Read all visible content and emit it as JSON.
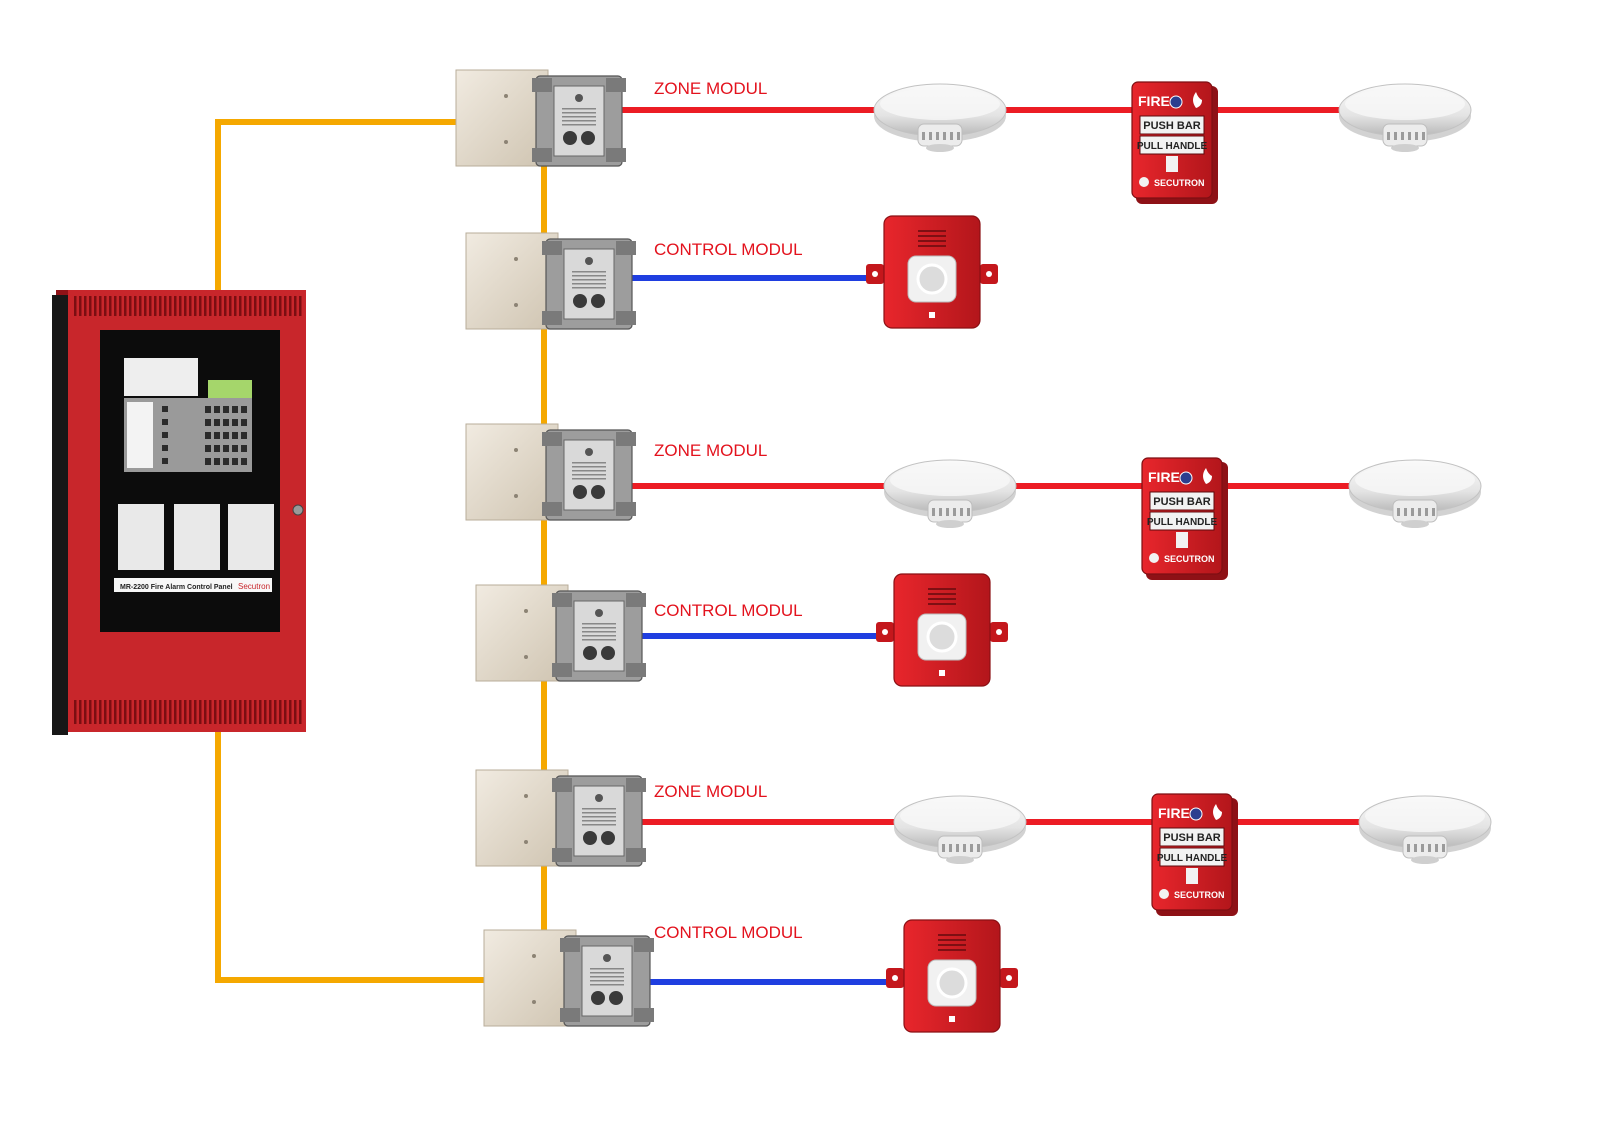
{
  "panel": {
    "caption": "MR-2200 Fire Alarm Control Panel",
    "brand": "Secutron",
    "color": "#c8262b"
  },
  "wire_colors": {
    "loop": "#f5a800",
    "zone": "#ec1c24",
    "control": "#1f3ee0"
  },
  "label_color": "#e3121d",
  "modules": [
    {
      "type": "zone",
      "label": "ZONE MODUL"
    },
    {
      "type": "control",
      "label": "CONTROL MODUL"
    },
    {
      "type": "zone",
      "label": "ZONE MODUL"
    },
    {
      "type": "control",
      "label": "CONTROL MODUL"
    },
    {
      "type": "zone",
      "label": "ZONE MODUL"
    },
    {
      "type": "control",
      "label": "CONTROL MODUL"
    }
  ],
  "pull_station": {
    "line1": "FIRE",
    "line2": "PUSH BAR",
    "line3": "PULL HANDLE",
    "brand": "SECUTRON"
  },
  "devices": {
    "zone_chain": [
      "smoke-detector",
      "manual-pull-station",
      "smoke-detector"
    ],
    "control_chain": [
      "horn-strobe"
    ]
  }
}
